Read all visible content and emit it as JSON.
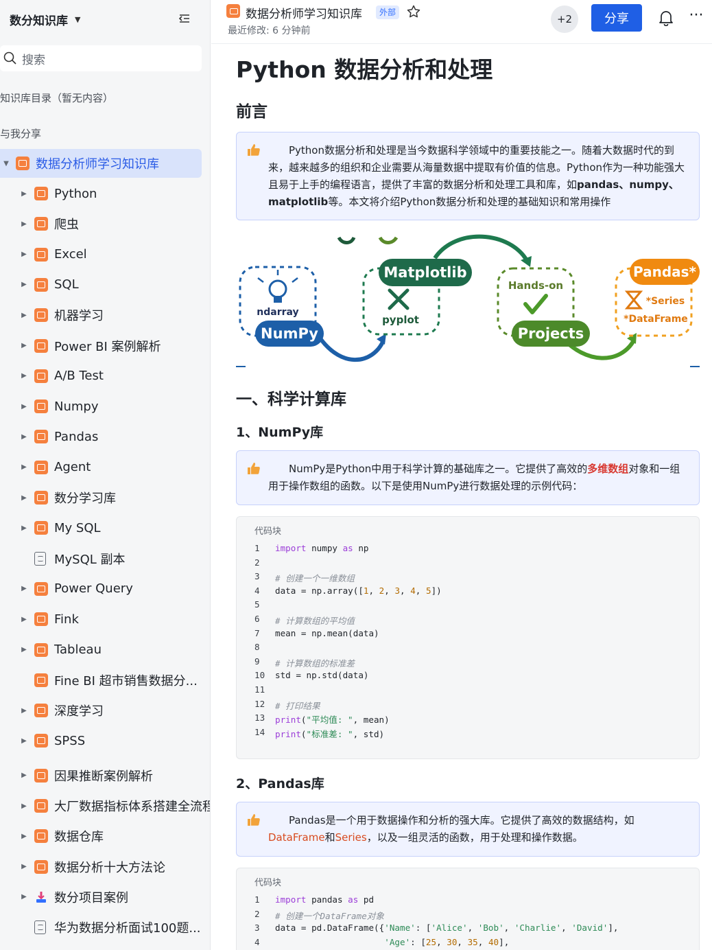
{
  "sidebar": {
    "title": "数分知识库",
    "search_placeholder": "搜索",
    "section_toc": "知识库目录（暂无内容）",
    "section_shared": "与我分享",
    "active_item": "数据分析师学习知识库",
    "items": [
      {
        "label": "Python",
        "expandable": true
      },
      {
        "label": "爬虫",
        "expandable": true
      },
      {
        "label": "Excel",
        "expandable": true
      },
      {
        "label": "SQL",
        "expandable": true
      },
      {
        "label": "机器学习",
        "expandable": true
      },
      {
        "label": "Power BI 案例解析",
        "expandable": true
      },
      {
        "label": "A/B Test",
        "expandable": true
      },
      {
        "label": "Numpy",
        "expandable": true
      },
      {
        "label": "Pandas",
        "expandable": true
      },
      {
        "label": "Agent",
        "expandable": true
      },
      {
        "label": "数分学习库",
        "expandable": true
      },
      {
        "label": "My SQL",
        "expandable": true
      },
      {
        "label": "MySQL 副本",
        "expandable": false,
        "icon": "doc"
      },
      {
        "label": "Power Query",
        "expandable": true
      },
      {
        "label": "Fink",
        "expandable": true
      },
      {
        "label": "Tableau",
        "expandable": true
      },
      {
        "label": "Fine BI 超市销售数据分...",
        "expandable": false
      },
      {
        "label": "深度学习",
        "expandable": true
      },
      {
        "label": "SPSS",
        "expandable": true
      },
      {
        "label": "因果推断案例解析",
        "expandable": true
      },
      {
        "label": "大厂数据指标体系搭建全流程",
        "expandable": true
      },
      {
        "label": "数据仓库",
        "expandable": true
      },
      {
        "label": "数据分析十大方法论",
        "expandable": true
      },
      {
        "label": "数分项目案例",
        "expandable": true,
        "icon": "pink"
      },
      {
        "label": "华为数据分析面试100题...",
        "expandable": false,
        "icon": "doc"
      }
    ]
  },
  "topbar": {
    "doc_name": "数据分析师学习知识库",
    "external_badge": "外部",
    "modified": "最近修改: 6 分钟前",
    "collaborators": "+2",
    "share_label": "分享",
    "more": "···"
  },
  "content": {
    "title": "Python 数据分析和处理",
    "preface_heading": "前言",
    "preface": {
      "t1": "Python数据分析和处理是当今数据科学领域中的重要技能之一。随着大数据时代的到来，越来越多的组织和企业需要从海量数据中提取有价值的信息。Python作为一种功能强大且易于上手的编程语言，提供了丰富的数据分析和处理工具和库，如",
      "b1": "pandas、numpy、matplotlib",
      "t2": "等。本文将介绍Python数据分析和处理的基础知识和常用操作"
    },
    "illustration": {
      "numpy_sub": "ndarray",
      "numpy": "NumPy",
      "matplotlib": "Matplotlib",
      "pyplot": "pyplot",
      "handson": "Hands-on",
      "projects": "Projects",
      "pandas": "Pandas*",
      "series": "*Series",
      "dataframe": "*DataFrame"
    },
    "section1_heading": "一、科学计算库",
    "numpy_heading": "1、NumPy库",
    "numpy_callout": {
      "t1": "NumPy是Python中用于科学计算的基础库之一。它提供了高效的",
      "red": "多维数组",
      "t2": "对象和一组用于操作数组的函数。以下是使用NumPy进行数据处理的示例代码："
    },
    "code_label": "代码块",
    "numpy_code": [
      "1",
      "2",
      "3",
      "4",
      "5",
      "6",
      "7",
      "8",
      "9",
      "10",
      "11",
      "12",
      "13",
      "14"
    ],
    "numpy_code_text": {
      "l1a": "import",
      "l1b": " numpy ",
      "l1c": "as",
      "l1d": " np",
      "l3": "# 创建一个一维数组",
      "l4a": "data = np.array([",
      "l4n1": "1",
      "l4s1": ", ",
      "l4n2": "2",
      "l4s2": ", ",
      "l4n3": "3",
      "l4s3": ", ",
      "l4n4": "4",
      "l4s4": ", ",
      "l4n5": "5",
      "l4e": "])",
      "l6": "# 计算数组的平均值",
      "l7": "mean = np.mean(data)",
      "l9": "# 计算数组的标准差",
      "l10": "std = np.std(data)",
      "l12": "# 打印结果",
      "l13a": "print",
      "l13b": "(",
      "l13c": "\"平均值: \"",
      "l13d": ", mean)",
      "l14a": "print",
      "l14b": "(",
      "l14c": "\"标准差: \"",
      "l14d": ", std)"
    },
    "pandas_heading": "2、Pandas库",
    "pandas_callout": {
      "t1": "Pandas是一个用于数据操作和分析的强大库。它提供了高效的数据结构，如",
      "o1": "DataFrame",
      "t2": "和",
      "o2": "Series",
      "t3": "，以及一组灵活的函数，用于处理和操作数据。"
    },
    "pandas_code_text": {
      "l1a": "import",
      "l1b": " pandas ",
      "l1c": "as",
      "l1d": " pd",
      "l2": "# 创建一个DataFrame对象",
      "l3a": "data = pd.DataFrame({",
      "l3b": "'Name'",
      "l3c": ": [",
      "l3d": "'Alice'",
      "l3e": ", ",
      "l3f": "'Bob'",
      "l3g": ", ",
      "l3h": "'Charlie'",
      "l3i": ", ",
      "l3j": "'David'",
      "l3k": "],",
      "l4pad": "                     ",
      "l4a": "'Age'",
      "l4b": ": [",
      "l4n1": "25",
      "l4s1": ", ",
      "l4n2": "30",
      "l4s2": ", ",
      "l4n3": "35",
      "l4s3": ", ",
      "l4n4": "40",
      "l4e": "],"
    },
    "pandas_line_numbers": [
      "1",
      "2",
      "3",
      "4"
    ]
  }
}
